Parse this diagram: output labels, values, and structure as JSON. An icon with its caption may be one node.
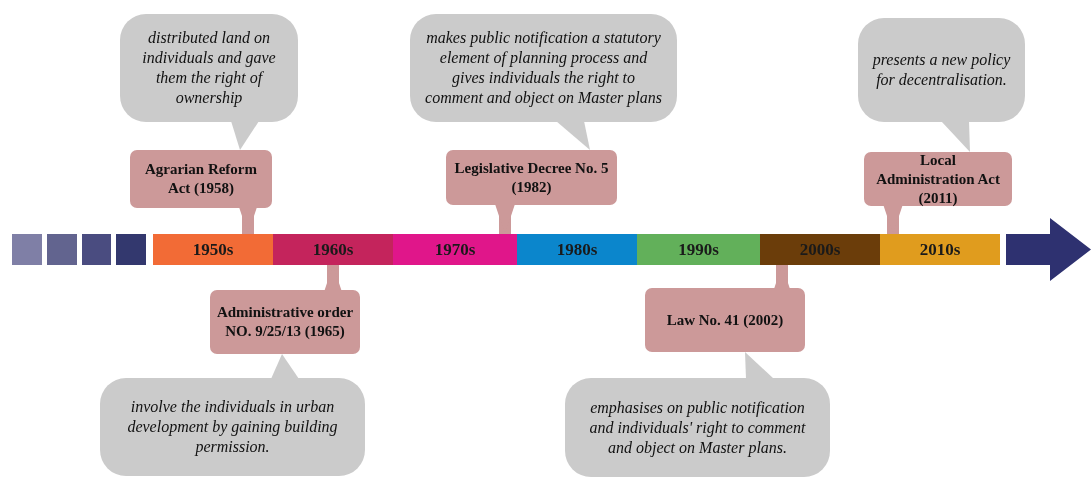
{
  "diagram": {
    "nodes": [
      {
        "text": [
          "distributed land on individuals and gave them the right of ownership"
        ]
      },
      {
        "text": [
          "makes public notification a statutory element of planning process and gives individuals the right to comment and object on Master plans"
        ]
      },
      {
        "text": [
          "presents a new policy for decentralisation."
        ]
      },
      {
        "text": [
          "Agrarian Reform Act (1958)"
        ]
      },
      {
        "text": [
          "Legislative Decree No. 5 (1982)"
        ]
      },
      {
        "text": [
          "Local Administration Act (2011)"
        ]
      },
      {
        "text": [],
        "shape": "box"
      },
      {
        "text": [],
        "shape": "box"
      },
      {
        "text": [],
        "shape": "box"
      },
      {
        "text": [],
        "shape": "box"
      },
      {
        "text": [
          "1950s"
        ]
      },
      {
        "text": [
          "1960s"
        ]
      },
      {
        "text": [
          "1970s"
        ]
      },
      {
        "text": [
          "1980s"
        ]
      },
      {
        "text": [
          "1990s"
        ]
      },
      {
        "text": [
          "2000s"
        ]
      },
      {
        "text": [
          "2010s"
        ]
      },
      {
        "text": [
          "Administrative order NO. 9/25/13 (1965)"
        ]
      },
      {
        "text": [
          "Law No. 41 (2002)"
        ]
      },
      {
        "text": [
          "involve the individuals in urban development by gaining building permission."
        ]
      },
      {
        "text": [
          "emphasises on public notification and individuals' right to comment and object on Master plans."
        ]
      }
    ],
    "edges": [
      {
        "from": 0,
        "to": 3,
        "arrow": "to",
        "color": "#cbcbcb"
      },
      {
        "from": 1,
        "to": 4,
        "arrow": "to",
        "color": "#cbcbcb"
      },
      {
        "from": 2,
        "to": 5,
        "arrow": "to",
        "color": "#cbcbcb"
      },
      {
        "from": 3,
        "to": 10,
        "arrow": "to"
      },
      {
        "from": 4,
        "to": 12,
        "arrow": "to"
      },
      {
        "from": 5,
        "to": 16,
        "arrow": "to"
      },
      {
        "from": 17,
        "to": 11,
        "arrow": "to"
      },
      {
        "from": 18,
        "to": 15,
        "arrow": "to"
      },
      {
        "from": 19,
        "to": 17,
        "arrow": "to",
        "color": "#cbcbcb"
      },
      {
        "from": 20,
        "to": 18,
        "arrow": "to",
        "color": "#cbcbcb"
      }
    ]
  }
}
